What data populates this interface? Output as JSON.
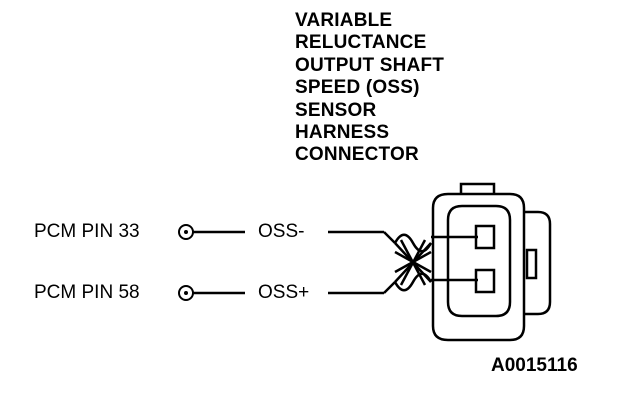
{
  "title_lines": [
    "VARIABLE",
    "RELUCTANCE",
    "OUTPUT SHAFT",
    "SPEED (OSS)",
    "SENSOR",
    "HARNESS",
    "CONNECTOR"
  ],
  "pins": [
    {
      "pin_label": "PCM PIN 33",
      "signal": "OSS-"
    },
    {
      "pin_label": "PCM PIN 58",
      "signal": "OSS+"
    }
  ],
  "figure_id": "A0015116"
}
